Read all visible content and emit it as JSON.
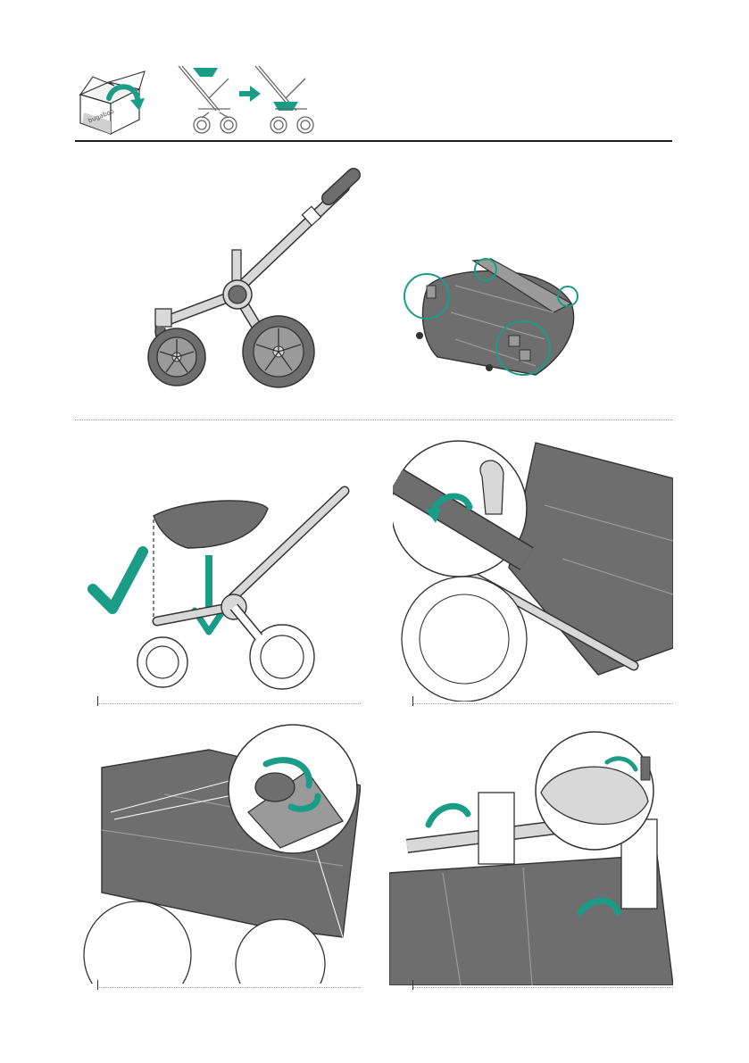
{
  "colors": {
    "accent": "#1a9c87",
    "fabric": "#6e6e6e",
    "fabric_light": "#9a9a9a",
    "frame": "#d8d8d8",
    "outline": "#333333"
  },
  "box_label": "bugaboo",
  "header": {
    "icons": [
      "unpack-box-icon",
      "attach-seat-to-chassis-icon"
    ]
  },
  "steps": [
    {
      "id": "step-chassis-and-seat-fabric",
      "icons": [
        "chassis-icon",
        "seat-fabric-icon"
      ]
    },
    {
      "id": "step-place-seat-on-chassis",
      "icons": [
        "checkmark-icon",
        "arrow-down-icon"
      ]
    },
    {
      "id": "step-clip-frame",
      "icons": [
        "rotate-arrow-icon"
      ]
    },
    {
      "id": "step-wrap-fabric",
      "icons": [
        "rotate-arrow-icon"
      ]
    },
    {
      "id": "step-attach-buttons",
      "icons": [
        "rotate-arrow-icon"
      ]
    }
  ]
}
